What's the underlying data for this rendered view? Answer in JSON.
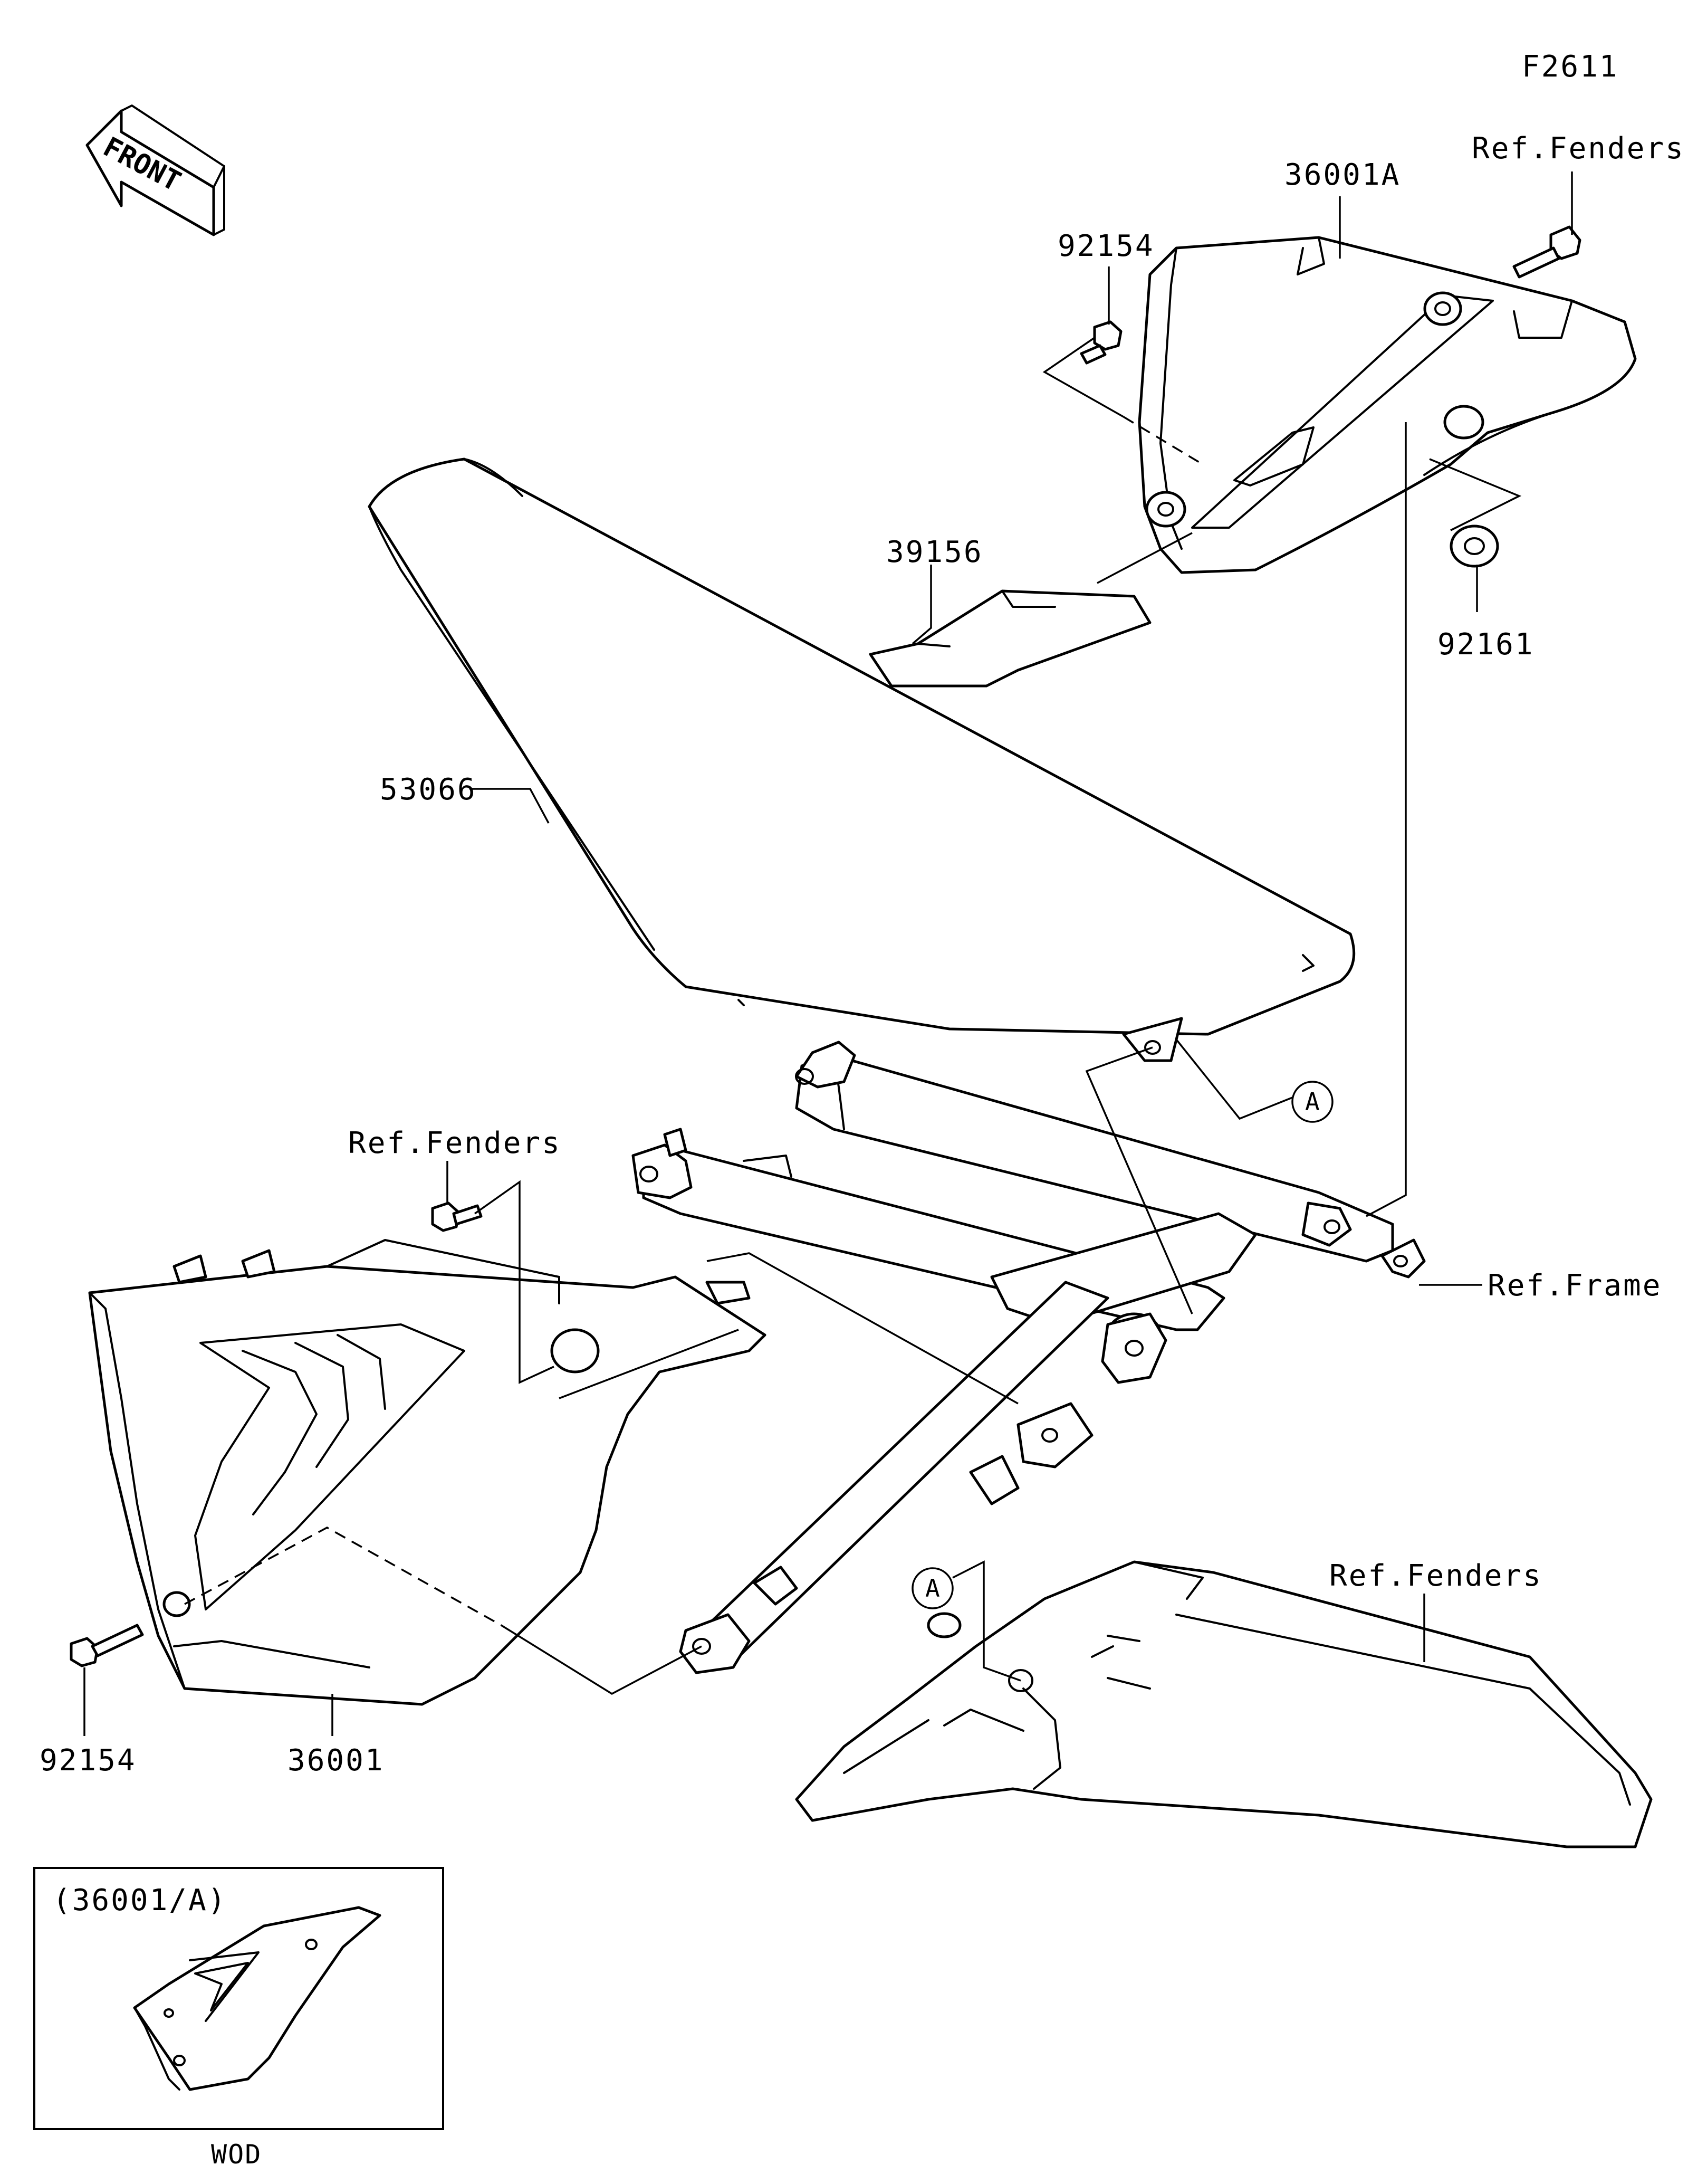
{
  "diagram_code": "F2611",
  "front_arrow": {
    "text": "FRONT"
  },
  "labels": {
    "part_36001A": "36001A",
    "ref_fenders_top": "Ref.Fenders",
    "part_92154_top": "92154",
    "part_39156": "39156",
    "part_92161": "92161",
    "part_53066": "53066",
    "ref_fenders_left": "Ref.Fenders",
    "ref_frame": "Ref.Frame",
    "callout_a_right": "A",
    "callout_a_lower": "A",
    "ref_fenders_bottom": "Ref.Fenders",
    "part_92154_bottom": "92154",
    "part_36001": "36001"
  },
  "inset": {
    "title": "(36001/A)",
    "caption": "WOD"
  }
}
